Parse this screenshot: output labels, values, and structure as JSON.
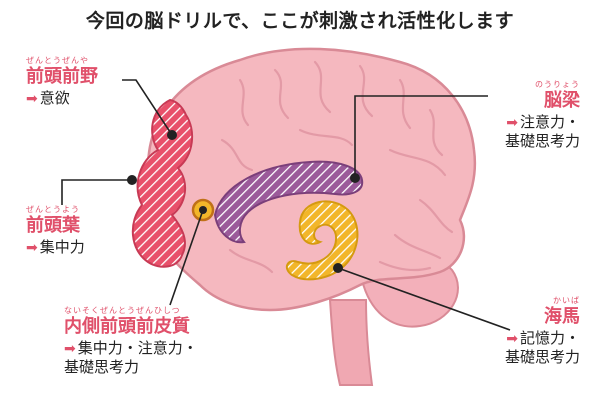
{
  "title": "今回の脳ドリルで、ここが刺激され活性化します",
  "colors": {
    "accent": "#e0506a",
    "brain": "#f5b8bf",
    "frontal": "#e8506a",
    "cingulate": "#9b5a9a",
    "hippocampus": "#f2b62a",
    "insula": "#e0903a"
  },
  "labels": {
    "prefrontal": {
      "ruby": "ぜんとうぜんや",
      "name": "前頭前野",
      "function": "意欲"
    },
    "frontal": {
      "ruby": "ぜんとうよう",
      "name": "前頭葉",
      "function": "集中力"
    },
    "medial": {
      "ruby": "ないそくぜんとうぜんひしつ",
      "name": "内側前頭前皮質",
      "function1": "集中力・注意力・",
      "function2": "基礎思考力"
    },
    "corpus": {
      "ruby": "のうりょう",
      "name": "脳梁",
      "function1": "注意力・",
      "function2": "基礎思考力"
    },
    "hippocampus": {
      "ruby": "かいば",
      "name": "海馬",
      "function1": "記憶力・",
      "function2": "基礎思考力"
    }
  }
}
